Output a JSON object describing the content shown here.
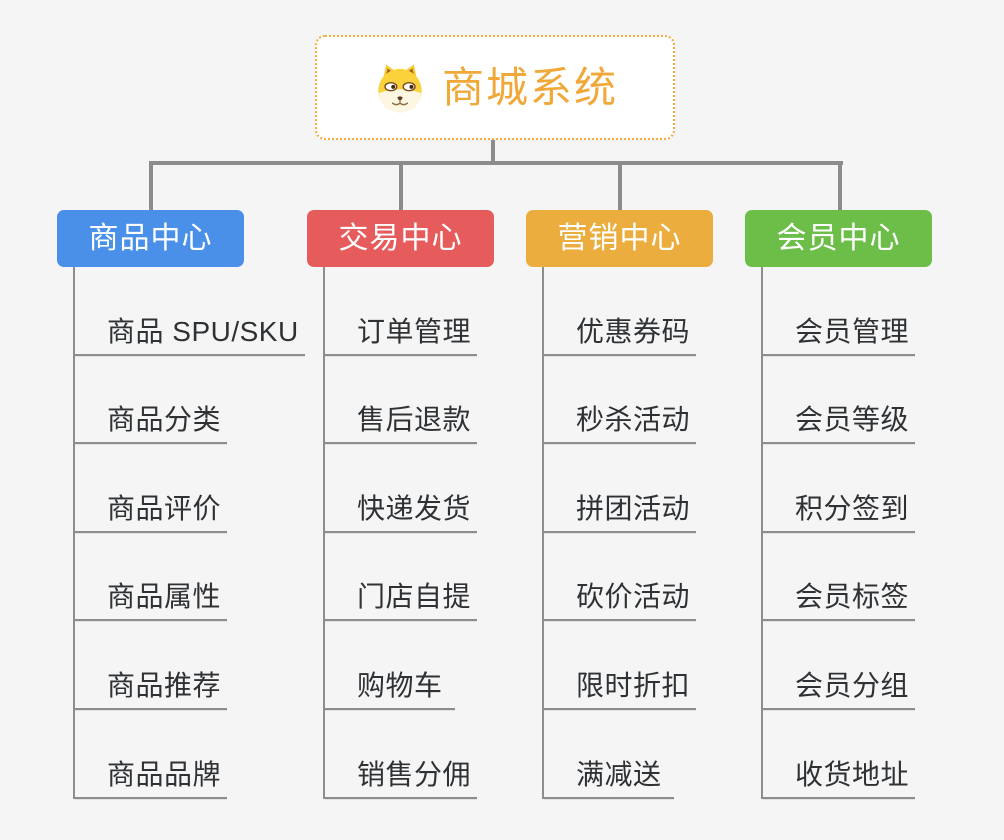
{
  "page": {
    "background": "#f5f5f5",
    "line_color": "#8c8c8c"
  },
  "root": {
    "title": "商城系统",
    "icon": "shiba-dog-icon",
    "accent_color": "#f0a838",
    "border_style": "dotted"
  },
  "branches": [
    {
      "label": "商品中心",
      "color": "#4a90e8",
      "items": [
        "商品 SPU/SKU",
        "商品分类",
        "商品评价",
        "商品属性",
        "商品推荐",
        "商品品牌"
      ]
    },
    {
      "label": "交易中心",
      "color": "#e65c5c",
      "items": [
        "订单管理",
        "售后退款",
        "快递发货",
        "门店自提",
        "购物车",
        "销售分佣"
      ]
    },
    {
      "label": "营销中心",
      "color": "#ebae3e",
      "items": [
        "优惠券码",
        "秒杀活动",
        "拼团活动",
        "砍价活动",
        "限时折扣",
        "满减送"
      ]
    },
    {
      "label": "会员中心",
      "color": "#6cbe49",
      "items": [
        "会员管理",
        "会员等级",
        "积分签到",
        "会员标签",
        "会员分组",
        "收货地址"
      ]
    }
  ]
}
